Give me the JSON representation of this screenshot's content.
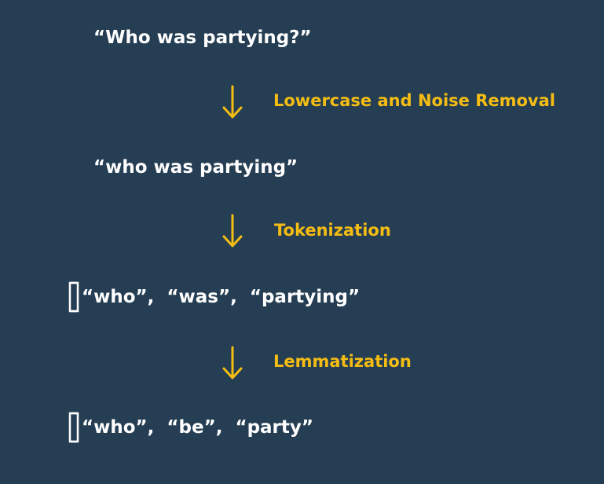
{
  "input_sentence": "“Who was partying?”",
  "step1": {
    "label": "Lowercase and Noise Removal",
    "output": "“who was partying”"
  },
  "step2": {
    "label": "Tokenization",
    "output": "“who”,  “was”,  “partying”"
  },
  "step3": {
    "label": "Lemmatization",
    "output": "“who”,  “be”,  “party”"
  },
  "colors": {
    "background": "#253e53",
    "text": "#ffffff",
    "accent": "#f5bd13"
  },
  "icons": {
    "arrow": "down-arrow-icon",
    "bracket_open": "open-bracket-icon",
    "bracket_close": "close-bracket-icon"
  }
}
